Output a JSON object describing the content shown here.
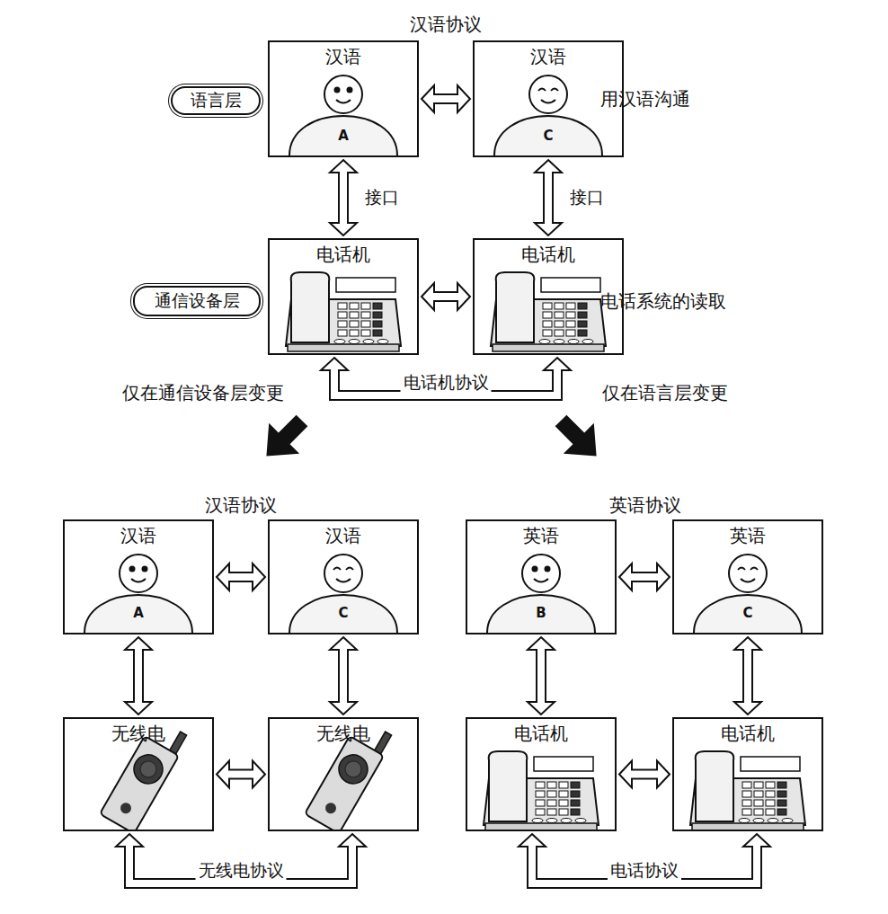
{
  "diagram": {
    "nodes": [
      {
        "text": [
          "语言层"
        ]
      },
      {
        "text": [
          "汉语",
          "A"
        ]
      },
      {
        "text": [
          "汉语",
          "C"
        ]
      },
      {
        "text": [
          "通信设备层"
        ]
      },
      {
        "text": [
          "电话机"
        ]
      },
      {
        "text": [
          "电话机"
        ]
      },
      {
        "text": [
          "汉语",
          "A"
        ]
      },
      {
        "text": [
          "汉语",
          "C"
        ]
      },
      {
        "text": [
          "无线电"
        ]
      },
      {
        "text": [
          "无线电"
        ]
      },
      {
        "text": [
          "英语",
          "B"
        ]
      },
      {
        "text": [
          "英语",
          "C"
        ]
      },
      {
        "text": [
          "电话机"
        ]
      },
      {
        "text": [
          "电话机"
        ]
      }
    ],
    "edges": [
      {
        "from": 1,
        "to": 2,
        "arrow": "both"
      },
      {
        "from": 1,
        "to": 4,
        "arrow": "both",
        "label": "接口"
      },
      {
        "from": 2,
        "to": 5,
        "arrow": "both",
        "label": "接口"
      },
      {
        "from": 4,
        "to": 5,
        "arrow": "both"
      },
      {
        "from": 4,
        "to": 5,
        "arrow": "both",
        "label": "电话机协议"
      },
      {
        "from": 6,
        "to": 7,
        "arrow": "both"
      },
      {
        "from": 6,
        "to": 8,
        "arrow": "both"
      },
      {
        "from": 7,
        "to": 9,
        "arrow": "both"
      },
      {
        "from": 8,
        "to": 9,
        "arrow": "both"
      },
      {
        "from": 8,
        "to": 9,
        "arrow": "both",
        "label": "无线电协议"
      },
      {
        "from": 10,
        "to": 11,
        "arrow": "both"
      },
      {
        "from": 10,
        "to": 12,
        "arrow": "both"
      },
      {
        "from": 11,
        "to": 13,
        "arrow": "both"
      },
      {
        "from": 12,
        "to": 13,
        "arrow": "both"
      },
      {
        "from": 12,
        "to": 13,
        "arrow": "both",
        "label": "电话协议"
      }
    ],
    "labels": [
      "汉语协议",
      "用汉语沟通",
      "电话系统的读取",
      "仅在通信设备层变更",
      "仅在语言层变更",
      "汉语协议",
      "英语协议"
    ]
  }
}
